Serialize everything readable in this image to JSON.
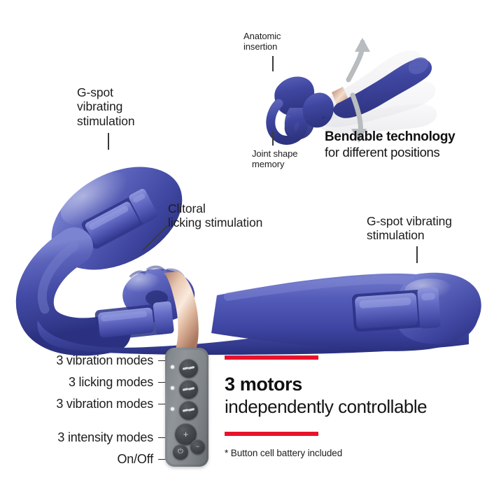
{
  "callouts": {
    "gspot_left": "G-spot\nvibrating\nstimulation",
    "clitoral": "Clitoral\nlicking stimulation",
    "gspot_right": "G-spot vibrating\nstimulation",
    "anatomic": "Anatomic\ninsertion",
    "joint": "Joint shape\nmemory"
  },
  "bendable": {
    "headline": "Bendable technology",
    "subhead": "for different positions"
  },
  "modes": {
    "rows": [
      {
        "label": "3 vibration modes"
      },
      {
        "label": "3 licking modes"
      },
      {
        "label": "3 vibration modes"
      },
      {
        "label": "3 intensity modes"
      },
      {
        "label": "On/Off"
      }
    ]
  },
  "remote": {
    "buttons": [
      {
        "name": "vibration-mode-button",
        "glyph": "wave"
      },
      {
        "name": "licking-mode-button",
        "glyph": "wave"
      },
      {
        "name": "vibration-mode-button-2",
        "glyph": "wave"
      },
      {
        "name": "intensity-up-button",
        "glyph": "+"
      },
      {
        "name": "intensity-down-button",
        "glyph": "−"
      },
      {
        "name": "power-button",
        "glyph": "⏻"
      }
    ]
  },
  "motors": {
    "headline": "3 motors",
    "subhead": "independently controllable",
    "footnote": "* Button cell battery included"
  },
  "colors": {
    "accent_red": "#e8132b",
    "body_blue": "#3f46a0",
    "body_blue_light": "#6b73c4",
    "rose_gold": "#d6a183",
    "text": "#1d1d1d",
    "remote_grey": "#7f8489"
  }
}
